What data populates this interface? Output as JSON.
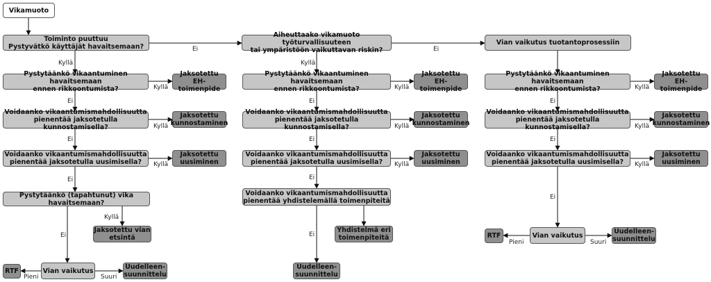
{
  "nodes": {
    "start": "Vikamuoto",
    "c1_top": "Toiminto puuttuu\nPystyvätkö käyttäjät havaitsemaan?",
    "c2_top": "Aiheuttaako vikamuoto työturvallisuuteen\ntai ympäristöön vaikuttavan riskin?",
    "c3_top": "Vian vaikutus tuotantoprosessiin",
    "c1_q1": "Pystytäänkö vikaantuminen havaitsemaan\nennen rikkoontumista?",
    "c1_a1": "Jaksotettu EH-\ntoimenpide",
    "c1_q2": "Voidaanko vikaantumismahdollisuutta\npienentää jaksotetulla kunnostamisella?",
    "c1_a2": "Jaksotettu\nkunnostaminen",
    "c1_q3": "Voidaanko vikaantumismahdollisuutta\npienentää jaksotetulla uusimisella?",
    "c1_a3": "Jaksotettu\nuusiminen",
    "c1_q4": "Pystytäänkö (tapahtunut) vika havaitsemaan?",
    "c1_a4": "Jaksotettu vian\netsintä",
    "c1_effect": "Vian vaikutus",
    "c1_rtf": "RTF",
    "c1_redesign": "Uudelleen-\nsuunnittelu",
    "c2_q1": "Pystytäänkö vikaantuminen havaitsemaan\nennen rikkoontumista?",
    "c2_a1": "Jaksotettu EH-\ntoimenpide",
    "c2_q2": "Voidaanko vikaantumismahdollisuutta\npienentää jaksotetulla kunnostamisella?",
    "c2_a2": "Jaksotettu\nkunnostaminen",
    "c2_q3": "Voidaanko vikaantumismahdollisuutta\npienentää jaksotetulla uusimisella?",
    "c2_a3": "Jaksotettu\nuusiminen",
    "c2_q4": "Voidaanko vikaantumismahdollisuutta\npienentää yhdistelemällä toimenpiteitä",
    "c2_a4": "Yhdistelmä eri\ntoimenpiteitä",
    "c2_redesign": "Uudelleen-\nsuunnittelu",
    "c3_q1": "Pystytäänkö vikaantuminen havaitsemaan\nennen rikkoontumista?",
    "c3_a1": "Jaksotettu EH-\ntoimenpide",
    "c3_q2": "Voidaanko vikaantumismahdollisuutta\npienentää jaksotetulla kunnostamisella?",
    "c3_a2": "Jaksotettu\nkunnostaminen",
    "c3_q3": "Voidaanko vikaantumismahdollisuutta\npienentää jaksotetulla uusimisella?",
    "c3_a3": "Jaksotettu\nuusiminen",
    "c3_effect": "Vian vaikutus",
    "c3_rtf": "RTF",
    "c3_redesign": "Uudelleen-\nsuunnittelu"
  },
  "labels": {
    "yes": "Kyllä",
    "no": "Ei",
    "small": "Pieni",
    "large": "Suuri"
  }
}
